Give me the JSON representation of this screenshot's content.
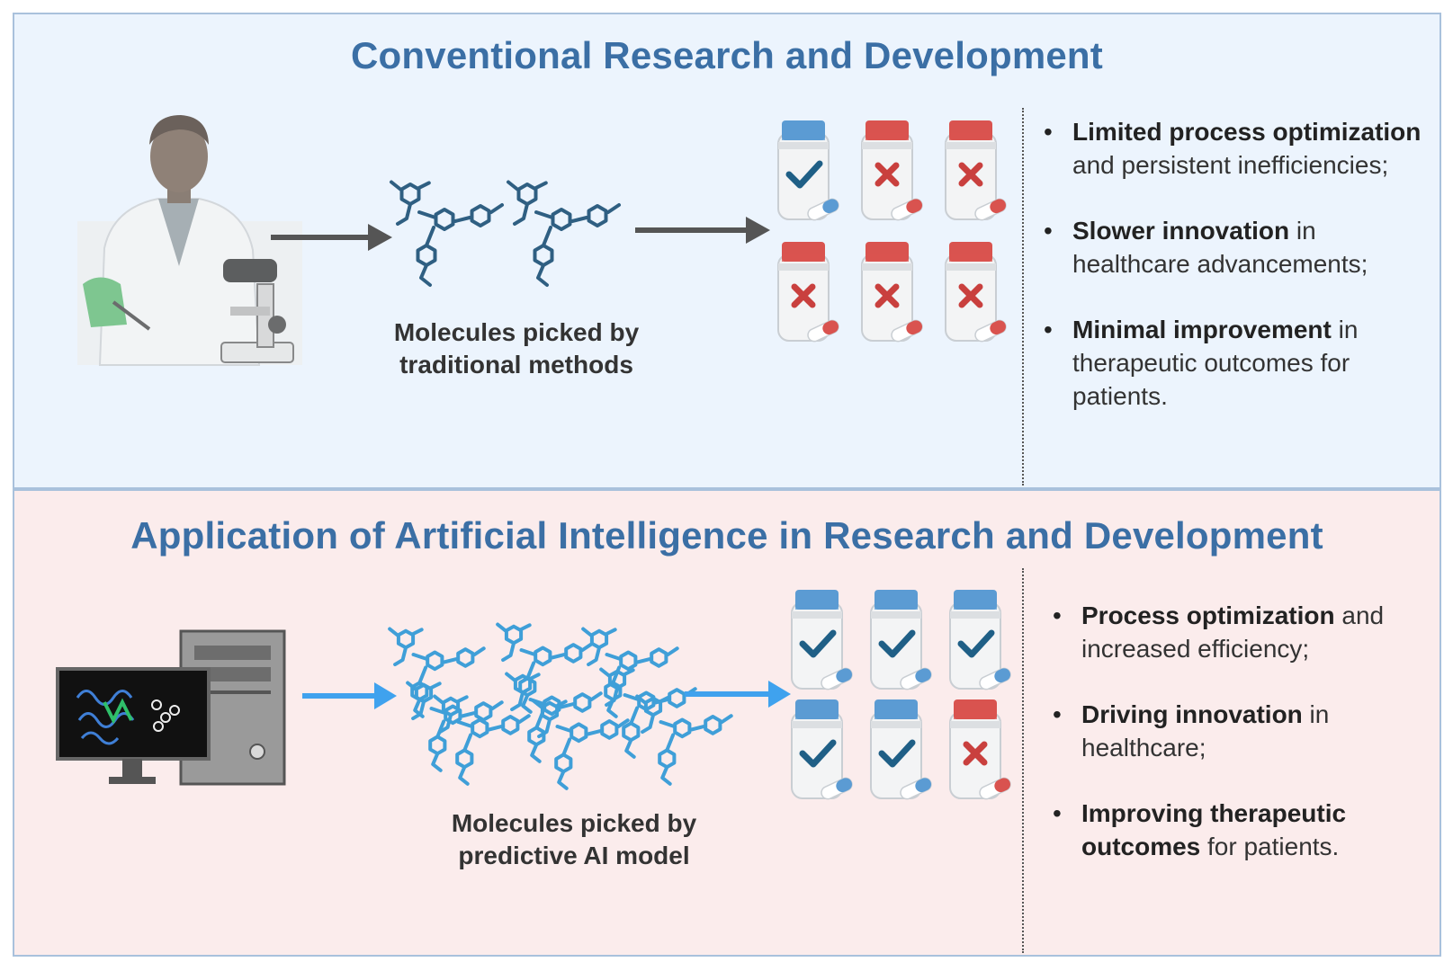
{
  "top": {
    "title": "Conventional Research and Development",
    "caption_line1": "Molecules picked by",
    "caption_line2": "traditional methods",
    "bottle_results": [
      "check",
      "x",
      "x",
      "x",
      "x",
      "x"
    ],
    "bullets": [
      {
        "bold": "Limited process optimization",
        "rest": " and persistent inefficiencies;"
      },
      {
        "bold": "Slower innovation",
        "rest": " in healthcare advancements;"
      },
      {
        "bold": "Minimal improvement",
        "rest": " in therapeutic outcomes for patients."
      }
    ]
  },
  "bottom": {
    "title": "Application of Artificial Intelligence in Research and Development",
    "caption_line1": "Molecules picked by",
    "caption_line2": "predictive AI model",
    "bottle_results": [
      "check",
      "check",
      "check",
      "check",
      "check",
      "x"
    ],
    "bullets": [
      {
        "bold": "Process optimization",
        "rest": " and increased efficiency;"
      },
      {
        "bold": "Driving innovation",
        "rest": " in healthcare;"
      },
      {
        "bold": "Improving therapeutic outcomes",
        "rest": " for patients."
      }
    ]
  },
  "colors": {
    "title": "#3b6fa5",
    "molecule_top": "#2f5f82",
    "molecule_bottom": "#3f9fd8",
    "cap_blue": "#5b9bd3",
    "cap_red": "#d9534f",
    "check": "#1f5f86",
    "cross": "#c9403e",
    "arrow_top": "#555555",
    "arrow_bottom": "#3fa2ee"
  }
}
